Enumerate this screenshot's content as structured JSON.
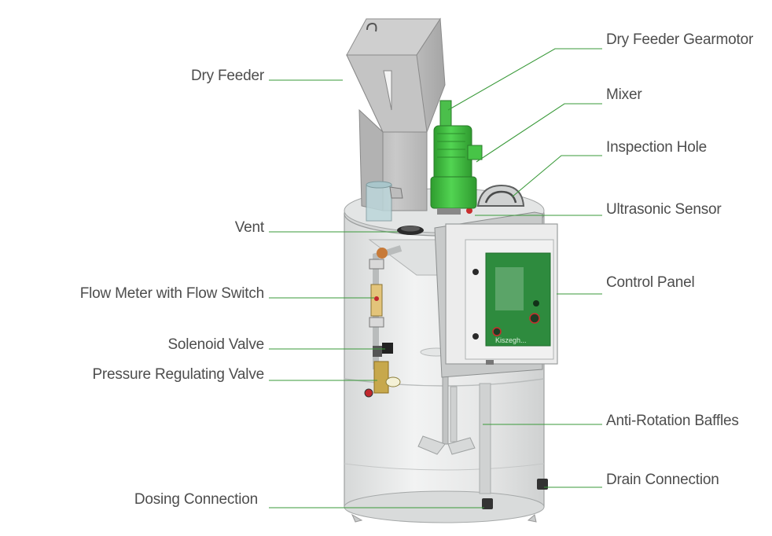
{
  "callouts": {
    "dry_feeder": "Dry Feeder",
    "dry_feeder_gearmotor": "Dry Feeder Gearmotor",
    "mixer": "Mixer",
    "inspection_hole": "Inspection Hole",
    "ultrasonic_sensor": "Ultrasonic Sensor",
    "vent": "Vent",
    "control_panel": "Control Panel",
    "flow_meter": "Flow Meter with Flow Switch",
    "solenoid_valve": "Solenoid Valve",
    "pressure_regulating_valve": "Pressure Regulating Valve",
    "anti_rotation_baffles": "Anti-Rotation Baffles",
    "drain_connection": "Drain Connection",
    "dosing_connection": "Dosing Connection"
  },
  "panel_brand": "Kiszegh...",
  "colors": {
    "leader_line": "#3a9a3a",
    "label_text": "#4d4d4d",
    "motor_green": "#3fc33f",
    "panel_green": "#2e8b3e",
    "tank_fill": "#e9eaea",
    "steel": "#b9b9b9"
  }
}
